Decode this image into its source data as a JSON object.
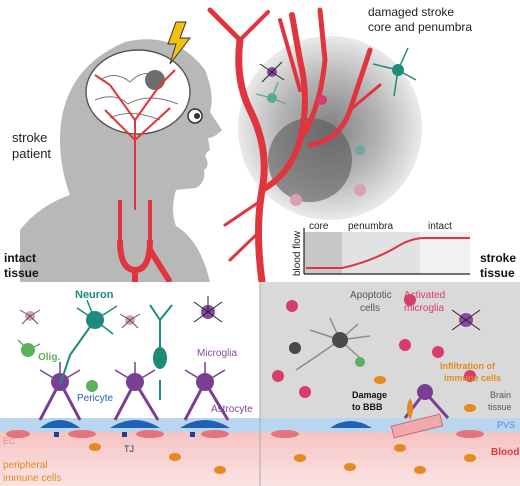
{
  "top": {
    "stroke_patient_line1": "stroke",
    "stroke_patient_line2": "patient",
    "damaged_line1": "damaged stroke",
    "damaged_line2": "core and penumbra",
    "inset": {
      "ylabel": "blood flow",
      "zones": [
        "core",
        "penumbra",
        "intact"
      ]
    }
  },
  "side": {
    "intact_line1": "intact",
    "intact_line2": "tissue",
    "stroke_line1": "stroke",
    "stroke_line2": "tissue"
  },
  "left_panel": {
    "neuron": "Neuron",
    "olig": "Olig.",
    "microglia": "Microglia",
    "pericyte": "Pericyte",
    "astrocyte": "Astrocyte",
    "ec": "EC",
    "tj": "TJ",
    "peripheral_line1": "peripheral",
    "peripheral_line2": "immune cells"
  },
  "right_panel": {
    "apoptotic_line1": "Apoptotic",
    "apoptotic_line2": "cells",
    "activated_line1": "Activated",
    "activated_line2": "microglia",
    "infiltration_line1": "Infiltration of",
    "infiltration_line2": "immune cells",
    "damage_line1": "Damage",
    "damage_line2": "to BBB",
    "brain_line1": "Brain",
    "brain_line2": "tissue",
    "pvs": "PVS",
    "blood": "Blood"
  },
  "colors": {
    "vessel": "#e0353f",
    "neuron": "#1f8a7a",
    "microglia": "#8a4aa0",
    "astrocyte": "#7a3f95",
    "olig": "#5bb25a",
    "pericyte": "#1e62b5",
    "immune": "#e58a1c",
    "activated": "#d83c6a",
    "pvs": "#b9d6ee",
    "blood": "#f5b0b0"
  }
}
